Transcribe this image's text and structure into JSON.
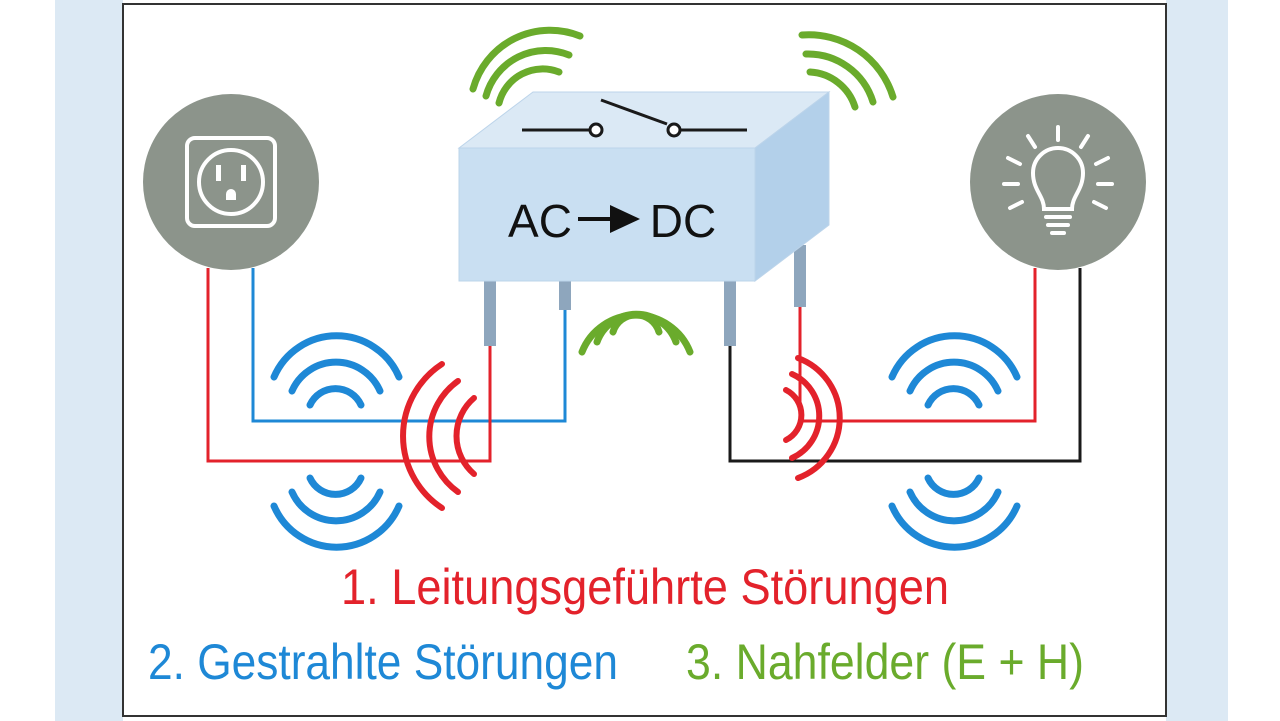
{
  "colors": {
    "background_band": "#dce9f4",
    "frame": "#333333",
    "conducted": "#e3222b",
    "radiated": "#1e88d6",
    "near_field": "#6aab2c",
    "box_top": "#dbe9f5",
    "box_front": "#c9dff2",
    "box_side": "#b3d0ea",
    "circle": "#8c948b",
    "wire_black": "#1a1a1a",
    "pin": "#8ea6bd"
  },
  "converter": {
    "ac_label": "AC",
    "dc_label": "DC",
    "arrow_icon": "right-arrow-icon",
    "switch_icon": "switch-icon"
  },
  "source": {
    "icon": "power-outlet-icon"
  },
  "load": {
    "icon": "light-bulb-icon"
  },
  "legend": {
    "conducted": "1. Leitungsgeführte Störungen",
    "radiated": "2. Gestrahlte Störungen",
    "near_field": "3. Nahfelder (E + H)"
  }
}
